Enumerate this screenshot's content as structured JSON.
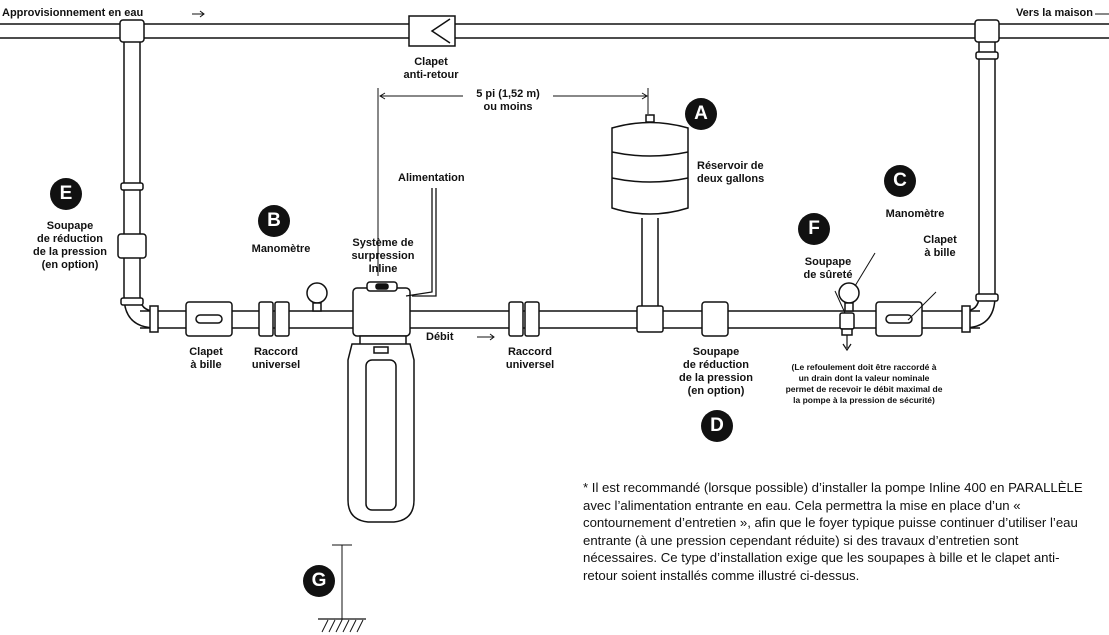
{
  "flow": {
    "supply": "Approvisionnement en eau",
    "to_house": "Vers la maison",
    "flow_label": "Débit"
  },
  "labels": {
    "check_valve": [
      "Clapet",
      "anti-retour"
    ],
    "distance": [
      "5 pi (1,52 m)",
      "ou moins"
    ],
    "tank": [
      "Réservoir de",
      "deux gallons"
    ],
    "power": "Alimentation",
    "system": [
      "Système de",
      "surpression",
      "Inline"
    ],
    "gauge_b": "Manomètre",
    "gauge_c": "Manomètre",
    "prv_e": [
      "Soupape",
      "de réduction",
      "de la pression",
      "(en option)"
    ],
    "prv_d": [
      "Soupape",
      "de réduction",
      "de la pression",
      "(en option)"
    ],
    "ball_valve_left": [
      "Clapet",
      "à bille"
    ],
    "ball_valve_right": [
      "Clapet",
      "à bille"
    ],
    "union_left": [
      "Raccord",
      "universel"
    ],
    "union_right": [
      "Raccord",
      "universel"
    ],
    "relief_valve": [
      "Soupape",
      "de sûreté"
    ],
    "discharge_note": [
      "(Le refoulement doit être raccordé à",
      "un drain dont la valeur nominale",
      "permet de recevoir le débit maximal de",
      "la pompe à la pression de sécurité)"
    ]
  },
  "badges": {
    "a": "A",
    "b": "B",
    "c": "C",
    "d": "D",
    "e": "E",
    "f": "F",
    "g": "G"
  },
  "note": "* Il est recommandé (lorsque possible) d’installer la pompe Inline 400 en PARALLÈLE avec l’alimentation entrante en eau. Cela permettra la mise en place d’un « contournement d’entretien », afin que le foyer typique puisse continuer d’utiliser l’eau entrante (à une pression cependant réduite) si des travaux d’entretien sont nécessaires. Ce type d’installation exige que les soupapes à bille et le clapet anti-retour soient installés comme illustré ci-dessus."
}
